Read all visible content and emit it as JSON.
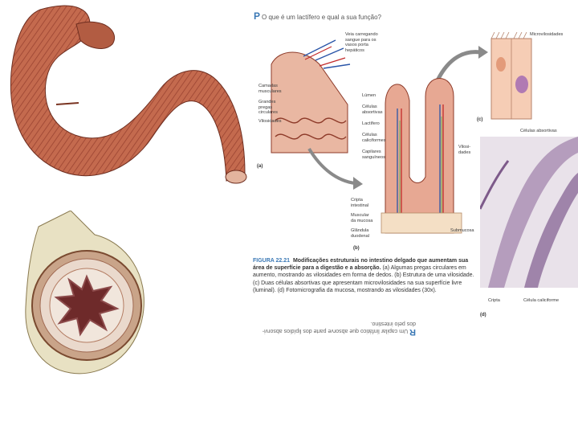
{
  "question": {
    "letter": "P",
    "text": "O que é um lactífero e qual a sua função?"
  },
  "answer_mirrored": {
    "letter": "R",
    "text": "Um capilar linfático que absorve parte dos lipídios absorvi-dos pelo intestino."
  },
  "labels": {
    "vein": "Veia carregando\nsangue para os\nvasos porta\nhepáticos",
    "muscular_layers": "Camadas\nmusculares",
    "circular_folds": "Grandes\npregas\ncirculares",
    "villi": "Vilosidades",
    "lumen": "Lúmen",
    "absorptive_cells": "Células\nabsortivas",
    "lacteal": "Lactífero",
    "goblet_cells": "Células\ncaliciformes",
    "capillaries": "Capilares\nsanguíneos",
    "crypt": "Cripta\nintestinal",
    "muscularis_mucosa": "Muscular\nda mucosa",
    "duodenal_gland": "Glândula\nduodenal",
    "submucosa": "Submucosa",
    "microvilli": "Microvilosidades",
    "villi_b": "Vilosi-\ndades",
    "photo_absorptive": "Células absortivas",
    "photo_crypt": "Cripta",
    "photo_goblet": "Célula caliciforme"
  },
  "panels": {
    "a": "(a)",
    "b": "(b)",
    "c": "(c)",
    "d": "(d)"
  },
  "caption": {
    "figure": "FIGURA 22.21",
    "title": "Modificações estruturais no intestino delgado que aumentam sua área de superfície para a digestão e a absorção.",
    "body": "(a) Algumas pregas circulares em aumento, mostrando as vilosidades em forma de dedos. (b) Estrutura de uma vilosidade. (c) Duas células absortivas que apresentam microvilosidades na sua superfície livre (luminal). (d) Fotomicrografia da mucosa, mostrando as vilosidades (30x)."
  },
  "colors": {
    "accent": "#3a78b5",
    "tissue": "#c9694f",
    "tissue_dark": "#8e3b2a"
  }
}
